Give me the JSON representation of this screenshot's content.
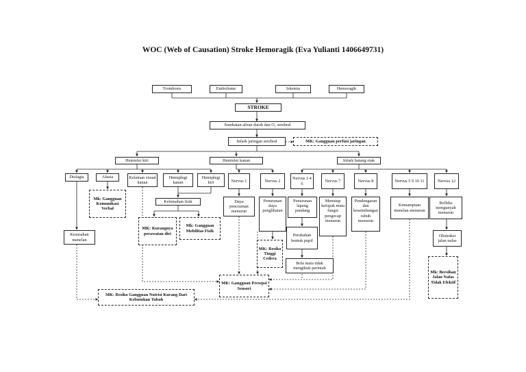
{
  "title": "WOC (Web of Causation) Stroke Hemoragik (Eva Yulianti 1406649731)",
  "nodes": {
    "trombosis": "Trombosis",
    "embolisme": "Embolisme",
    "iskemia": "Iskemia",
    "hemoragik": "Hemoragik",
    "stroke": "STROKE",
    "sumbatan": "Sumbatan aliran darah dan O₂ serebral",
    "infark_serebral": "Infark jaringan serebral",
    "mk_perfusi": "MK: Gangguan perfusi jaringan",
    "hemisfer_kiri": "Hemisfer kiri",
    "hemisfer_kanan": "Hemisfer kanan",
    "infark_batang": "Infark batang otak",
    "disfagia": "Disfagia",
    "afasia": "Afasia",
    "kelainan_visual": "Kelainan visual kanan",
    "hemiplegi_kanan": "Hemiplegi kanan",
    "hemiplegi_kiri": "Hemiplegi kiri",
    "nervus1": "Nervus 1",
    "nervus2": "Nervus 2",
    "nervus346": "Nervus 3 4 6",
    "nervus7": "Nervus 7",
    "nervus8": "Nervus 8",
    "nervus5911": "Nervus 5 9 10 11",
    "nervus12": "Nervus 12",
    "mk_komunikasi": "Mk: Gangguan Komunikasi Verbal",
    "kelemahan_fisik": "Kelemahan fisik",
    "mk_perawatan": "MK: Kurangnya perawatan diri",
    "mk_mobilitas": "Mk: Gangguan Mobilitas Fisik",
    "daya_penciuman": "Daya penciuman menurun",
    "penurunan_daya_penglihatan": "Penurunan daya penglihatan",
    "penurunan_lapang": "Penurunan lapang pandang",
    "perubahan_bentuk_pupil": "Perubahan bentuk pupil",
    "menutup_kelopak": "Menutup kelopak mata fungsi pengecap menurun",
    "pendengaran": "Pendengaran dan keseimbangan tubuh menurun",
    "kemampuan_menelan": "Kemampuan menelan menurun",
    "refleks_mengunyah": "Refleks mengunyah menurun",
    "kesusahan_menelan": "Kesusahan menelan",
    "mk_resiko_cedera": "MK: Resiko Tinggi Cedera",
    "bola_mata": "Bola mata tidak mengikuti perintah",
    "obstruksi": "Obstruksi jalan nafas",
    "mk_persepsi": "MK: Gangguan Persepsi Sensori",
    "mk_nutrisi": "MK: Resiko Gangguan Nutrisi Kurang Dari Kebutuhan Tubuh",
    "mk_bersihan": "Mk: Bersihan Jalan Nafas Tidak Efektif"
  }
}
